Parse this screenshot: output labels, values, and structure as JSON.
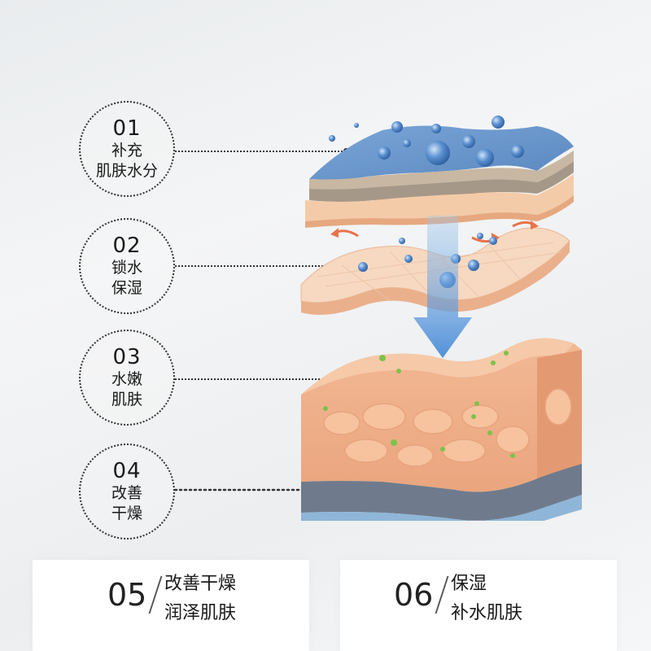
{
  "features": [
    {
      "number": "01",
      "lines": [
        "补充",
        "肌肤水分"
      ]
    },
    {
      "number": "02",
      "lines": [
        "锁水",
        "保湿"
      ]
    },
    {
      "number": "03",
      "lines": [
        "水嫩",
        "肌肤"
      ]
    },
    {
      "number": "04",
      "lines": [
        "改善",
        "干燥"
      ]
    }
  ],
  "bottom_cards": [
    {
      "number": "05",
      "line1": "改善干燥",
      "line2": "润泽肌肤"
    },
    {
      "number": "06",
      "line1": "保湿",
      "line2": "补水肌肤"
    }
  ],
  "colors": {
    "water_blue": "#6a9fd4",
    "drop_blue": "#4f86c6",
    "skin_peach": "#f3c7a0",
    "skin_light": "#f8dcc0",
    "arrow_orange": "#e8734a",
    "green_dot": "#7cc24a",
    "dermis_grey": "#6f7b8c",
    "base_blue": "#8fb6d8"
  },
  "icons": [
    "down-arrow-icon",
    "curved-arrow-icon",
    "water-droplet-icon"
  ]
}
